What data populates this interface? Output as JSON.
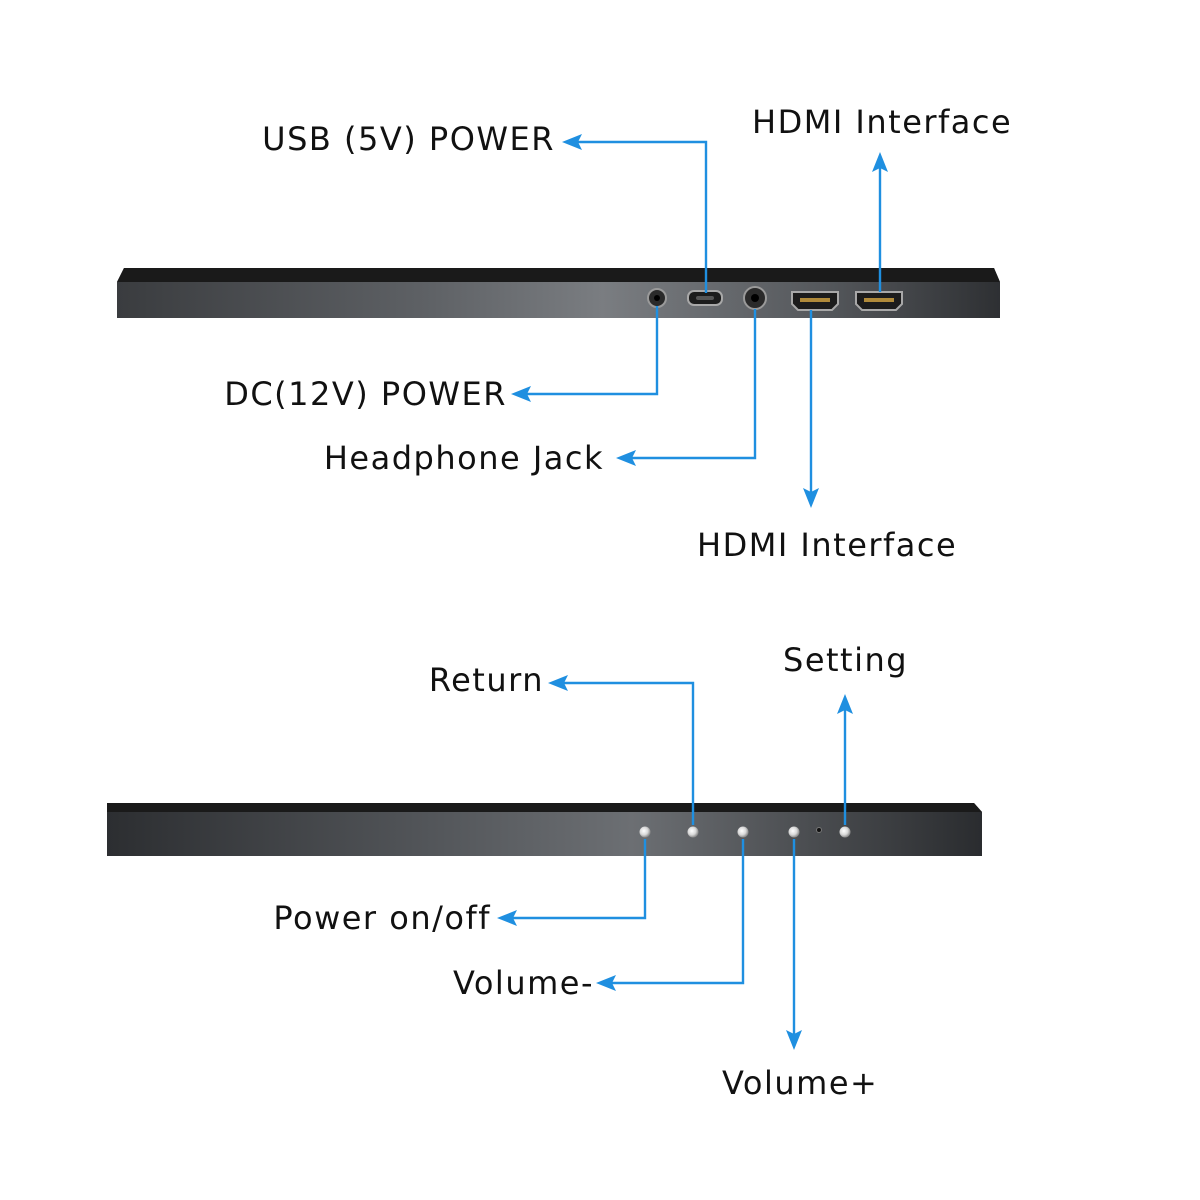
{
  "colors": {
    "accent": "#1f8fe0",
    "bezel": "#1a1a1a",
    "panel_mid": "#6f7276",
    "port_ring": "#9a9a9a"
  },
  "top_view": {
    "labels": {
      "usb_power": "USB (5V) POWER",
      "hdmi_top": "HDMI Interface",
      "dc_power": "DC(12V) POWER",
      "headphone": "Headphone Jack",
      "hdmi_bottom": "HDMI Interface"
    },
    "ports": [
      "dc-jack",
      "usb-port",
      "headphone-jack",
      "hdmi-port",
      "hdmi-port"
    ]
  },
  "bottom_view": {
    "labels": {
      "return": "Return",
      "setting": "Setting",
      "power": "Power on/off",
      "volume_minus": "Volume-",
      "volume_plus": "Volume+"
    },
    "buttons": [
      "power-button",
      "return-button",
      "volume-minus-button",
      "volume-plus-button",
      "indicator-led",
      "setting-button"
    ]
  }
}
